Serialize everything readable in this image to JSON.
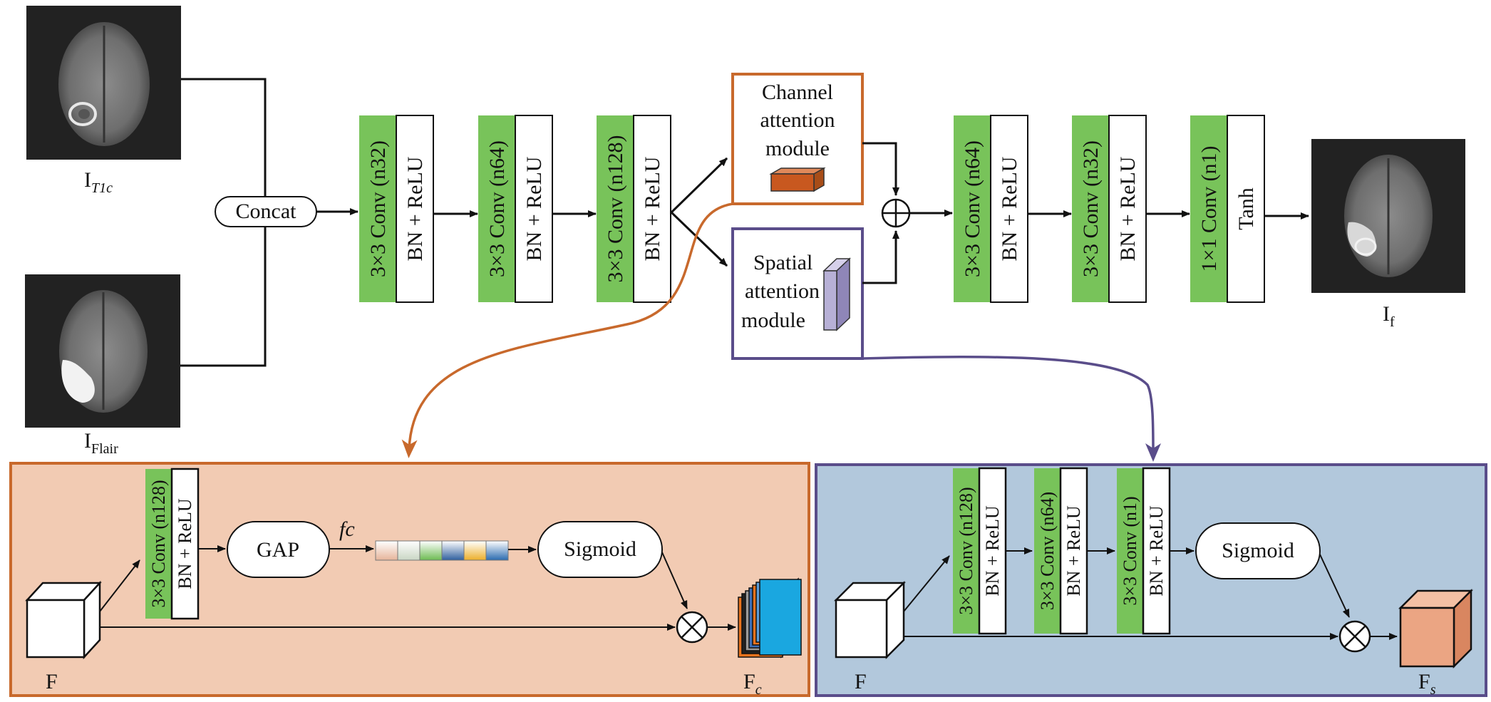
{
  "inputs": {
    "t1c_label": "I",
    "t1c_sub": "T1c",
    "flair_label": "I",
    "flair_sub": "Flair",
    "output_label": "I",
    "output_sub": "f"
  },
  "concat_label": "Concat",
  "encoder": [
    {
      "conv": "3×3 Conv (n32)",
      "act": "BN + ReLU"
    },
    {
      "conv": "3×3 Conv (n64)",
      "act": "BN + ReLU"
    },
    {
      "conv": "3×3 Conv (n128)",
      "act": "BN + ReLU"
    }
  ],
  "channel_module": {
    "line1": "Channel",
    "line2": "attention",
    "line3": "module"
  },
  "spatial_module": {
    "line1": "Spatial",
    "line2": "attention",
    "line3": "module"
  },
  "sum_symbol": "+",
  "decoder": [
    {
      "conv": "3×3 Conv (n64)",
      "act": "BN + ReLU"
    },
    {
      "conv": "3×3 Conv (n32)",
      "act": "BN + ReLU"
    },
    {
      "conv": "1×1 Conv (n1)",
      "act": "Tanh"
    }
  ],
  "channel_detail": {
    "input_label": "F",
    "conv": "3×3 Conv (n128)",
    "act": "BN + ReLU",
    "gap_label": "GAP",
    "fc_label": "fc",
    "sigmoid_label": "Sigmoid",
    "output_label": "F",
    "output_sub": "c",
    "vector_colors": [
      "#f1cdb7",
      "#dde6d8",
      "#9ed48e",
      "#4a78b4",
      "#f2c34c",
      "#3a7dc4"
    ],
    "stack_colors": [
      "#e8731d",
      "#222222",
      "#9a9a9a",
      "#3c6fb8",
      "#e8731d",
      "#5a9bd6",
      "#1aa7e0"
    ]
  },
  "spatial_detail": {
    "input_label": "F",
    "convs": [
      {
        "conv": "3×3 Conv (n128)",
        "act": "BN + ReLU"
      },
      {
        "conv": "3×3 Conv (n64)",
        "act": "BN + ReLU"
      },
      {
        "conv": "3×3 Conv (n1)",
        "act": "BN + ReLU"
      }
    ],
    "sigmoid_label": "Sigmoid",
    "output_label": "F",
    "output_sub": "s"
  },
  "colors": {
    "conv_green": "#78c35a",
    "channel_orange": "#c8692c",
    "channel_panel": "#f2cbb3",
    "spatial_purple": "#5a4d8a",
    "spatial_panel": "#b2c8dc",
    "cube_orange": "#c8581f",
    "cube_purple": "#b7b0d6",
    "cube_peach": "#eba583"
  }
}
